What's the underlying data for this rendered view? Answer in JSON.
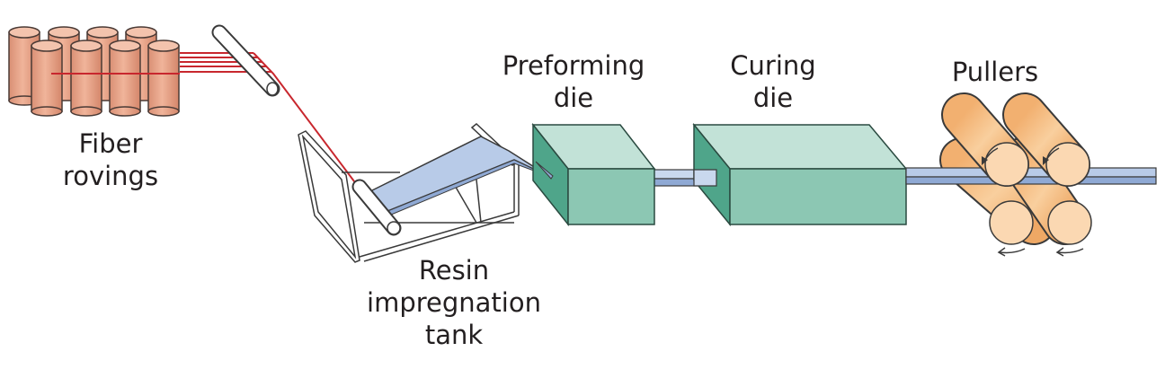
{
  "title": "Pultrusion process",
  "stages": [
    {
      "id": "fiber-rovings",
      "lines": [
        "Fiber",
        "rovings"
      ]
    },
    {
      "id": "resin-tank",
      "lines": [
        "Resin",
        "impregnation",
        "tank"
      ]
    },
    {
      "id": "preforming-die",
      "lines": [
        "Preforming",
        "die"
      ]
    },
    {
      "id": "curing-die",
      "lines": [
        "Curing",
        "die"
      ]
    },
    {
      "id": "pullers",
      "lines": [
        "Pullers"
      ]
    }
  ],
  "colors": {
    "roving_fill": "#e8a88c",
    "fiber_strand": "#c8272e",
    "die_front": "#8cc7b3",
    "die_top": "#c2e2d7",
    "die_side": "#4fa58a",
    "profile_fill": "#b8cbe8",
    "puller_fill": "#f7c48f",
    "outline": "#3a3a3a"
  }
}
